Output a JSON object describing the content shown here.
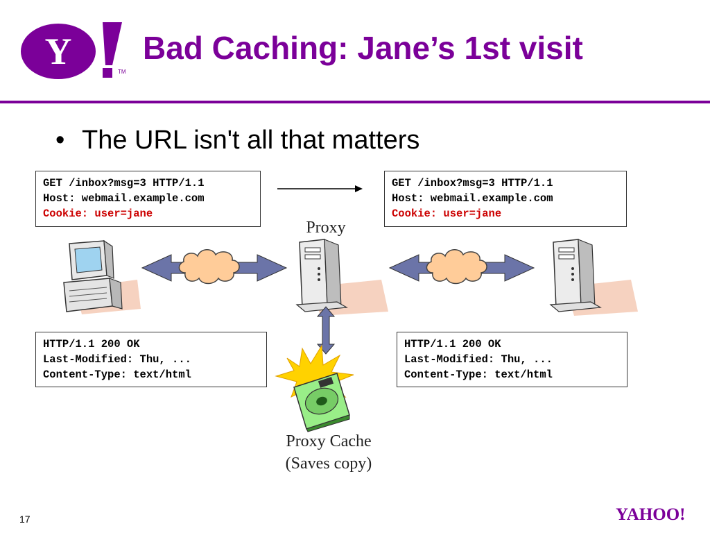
{
  "header": {
    "logo_text": "Y!",
    "title": "Bad Caching: Jane’s 1st visit"
  },
  "bullets": [
    {
      "text": "The URL isn't all that matters"
    }
  ],
  "request_left": {
    "line1": "GET /inbox?msg=3 HTTP/1.1",
    "line2": "Host: webmail.example.com",
    "line3": "Cookie: user=jane"
  },
  "request_right": {
    "line1": "GET /inbox?msg=3 HTTP/1.1",
    "line2": "Host: webmail.example.com",
    "line3": "Cookie: user=jane"
  },
  "response_left": {
    "line1": "HTTP/1.1 200 OK",
    "line2": "Last-Modified: Thu, ...",
    "line3": "Content-Type: text/html"
  },
  "response_right": {
    "line1": "HTTP/1.1 200 OK",
    "line2": "Last-Modified: Thu, ...",
    "line3": "Content-Type: text/html"
  },
  "labels": {
    "proxy": "Proxy",
    "cache_line1": "Proxy Cache",
    "cache_line2": "(Saves copy)"
  },
  "footer": {
    "page_number": "17",
    "wordmark": "YAHOO!"
  },
  "colors": {
    "brand_purple": "#7b0099",
    "cookie_red": "#cc0000",
    "cloud_orange": "#ffcc99",
    "arrow_blue": "#6b74a8"
  }
}
